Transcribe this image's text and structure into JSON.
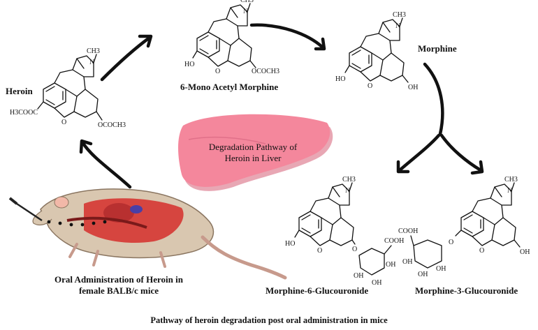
{
  "compounds": {
    "heroin": "Heroin",
    "mam": "6-Mono Acetyl Morphine",
    "morphine": "Morphine",
    "m6g": "Morphine-6-Glucouronide",
    "m3g": "Morphine-3-Glucouronide"
  },
  "liver_label_line1": "Degradation Pathway of",
  "liver_label_line2": "Heroin in Liver",
  "mouse_caption_line1": "Oral Administration of Heroin in",
  "mouse_caption_line2": "female BALB/c mice",
  "footer_caption": "Pathway of heroin degradation post oral administration in mice",
  "atoms": {
    "n": "N",
    "o": "O",
    "ch3": "CH3",
    "ho": "HO",
    "oh": "OH",
    "cooh": "COOH",
    "ococh3": "OCOCH3",
    "h3ccooc": "H3COOC"
  },
  "colors": {
    "liver": "#f4879c",
    "liver_shadow": "#d65f77",
    "arrow": "#111111"
  }
}
